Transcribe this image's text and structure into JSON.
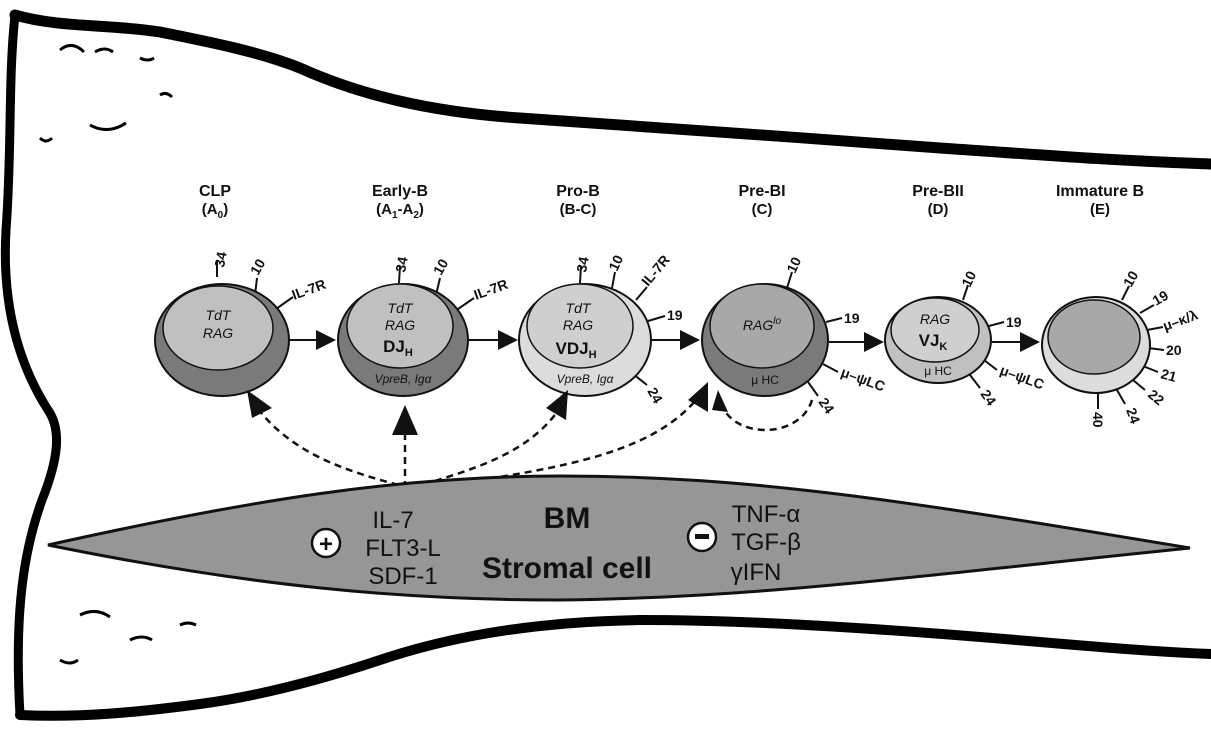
{
  "stages": [
    {
      "name": "CLP",
      "sub_base": "(A",
      "sub_index": "0",
      "sub_end": ")",
      "nucleus": [
        "TdT",
        "RAG"
      ],
      "gene": "",
      "gene_sub": "",
      "cytoplasm": "",
      "markers": [
        "34",
        "10",
        "IL-7R"
      ]
    },
    {
      "name": "Early-B",
      "sub_base": "(A",
      "sub_index": "1",
      "sub_mid": "-A",
      "sub_index2": "2",
      "sub_end": ")",
      "nucleus": [
        "TdT",
        "RAG"
      ],
      "gene": "DJ",
      "gene_sub": "H",
      "cytoplasm": "VpreB, Igα",
      "markers": [
        "34",
        "10",
        "IL-7R"
      ]
    },
    {
      "name": "Pro-B",
      "sub": "(B-C)",
      "nucleus": [
        "TdT",
        "RAG"
      ],
      "gene": "VDJ",
      "gene_sub": "H",
      "cytoplasm": "VpreB, Igα",
      "markers": [
        "34",
        "10",
        "IL-7R",
        "19",
        "24"
      ]
    },
    {
      "name": "Pre-BI",
      "sub": "(C)",
      "nucleus_base": "RAG",
      "nucleus_sup": "lo",
      "cytoplasm": "μ HC",
      "markers": [
        "10",
        "19",
        "μ–ψLC",
        "24"
      ]
    },
    {
      "name": "Pre-BII",
      "sub": "(D)",
      "nucleus": [
        "RAG"
      ],
      "gene": "VJ",
      "gene_sub": "K",
      "cytoplasm": "μ HC",
      "markers": [
        "10",
        "19",
        "μ–ψLC",
        "24"
      ]
    },
    {
      "name": "Immature B",
      "sub": "(E)",
      "markers": [
        "10",
        "19",
        "μ–κ/λ",
        "20",
        "21",
        "22",
        "24",
        "40"
      ]
    }
  ],
  "stromal_cell": {
    "line1": "BM",
    "line2": "Stromal cell",
    "positive_sign": "+",
    "positive_factors": [
      "IL-7",
      "FLT3-L",
      "SDF-1"
    ],
    "negative_sign": "-",
    "negative_factors": [
      "TNF-α",
      "TGF-β",
      "γIFN"
    ]
  },
  "colors": {
    "membrane_dark": "#7a7a7a",
    "membrane_mid": "#a8a8a8",
    "membrane_light": "#dcdcdc",
    "nucleus": "#c0c0c0",
    "nucleus_light": "#cfcfcf",
    "stromal": "#969696",
    "bone_outline": "#000000"
  }
}
